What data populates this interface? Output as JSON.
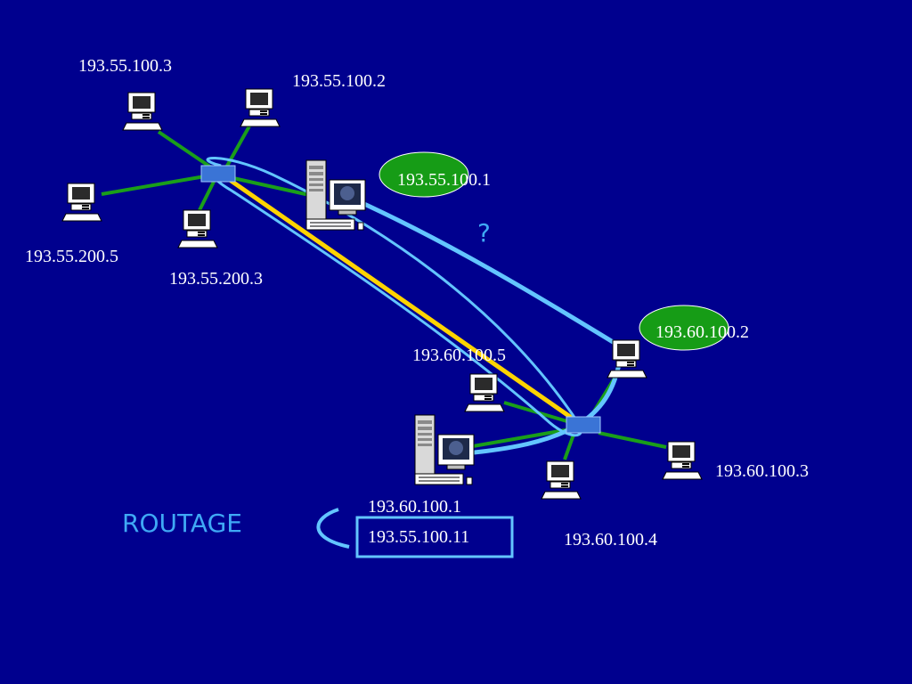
{
  "slide": {
    "title": "ROUTAGE",
    "question_mark": "?"
  },
  "hosts": {
    "net1_host_a": "193.55.100.3",
    "net1_host_b": "193.55.100.2",
    "net1_host_c": "193.55.200.5",
    "net1_host_d": "193.55.200.3",
    "net2_host_a": "193.60.100.5",
    "net2_host_b": "193.60.100.3",
    "net2_host_c": "193.60.100.4"
  },
  "router_labels": {
    "router1_interface": "193.55.100.1",
    "router2_interface": "193.60.100.2"
  },
  "gateway": {
    "primary_ip": "193.60.100.1",
    "secondary_ip": "193.55.100.11"
  },
  "colors": {
    "background": "#00008e",
    "link_green": "#1a9e1a",
    "route_light_blue": "#63c5ff",
    "route_yellow": "#ffd400",
    "bubble_green": "#169c16",
    "box_outline": "#63c5ff"
  }
}
